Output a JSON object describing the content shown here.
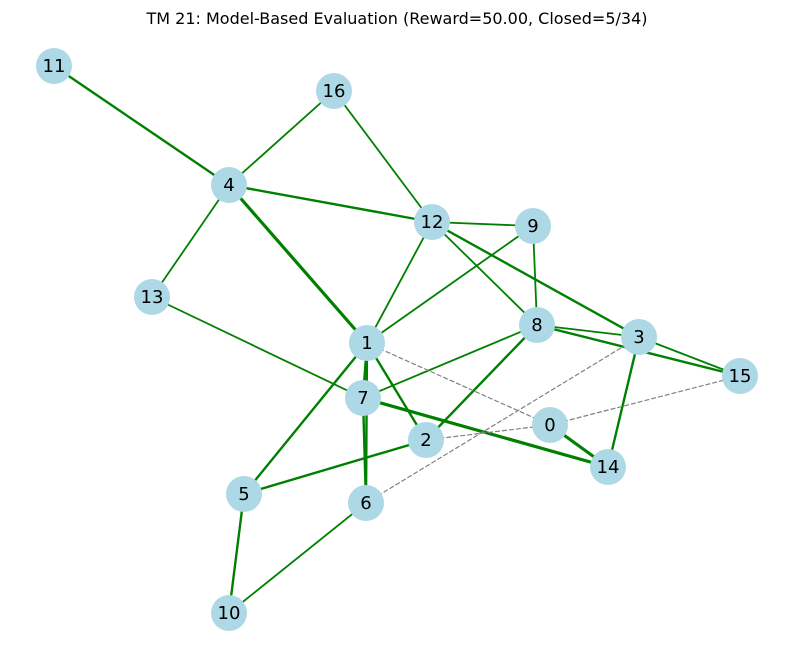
{
  "chart_data": {
    "type": "network",
    "title": "TM 21: Model-Based Evaluation (Reward=50.00, Closed=5/34)",
    "colors": {
      "node_fill": "#add8e6",
      "edge_strong": "#008000",
      "edge_dashed": "#808080",
      "label": "#000000"
    },
    "nodes": [
      {
        "id": "0"
      },
      {
        "id": "1"
      },
      {
        "id": "2"
      },
      {
        "id": "3"
      },
      {
        "id": "4"
      },
      {
        "id": "5"
      },
      {
        "id": "6"
      },
      {
        "id": "7"
      },
      {
        "id": "8"
      },
      {
        "id": "9"
      },
      {
        "id": "10"
      },
      {
        "id": "11"
      },
      {
        "id": "12"
      },
      {
        "id": "13"
      },
      {
        "id": "14"
      },
      {
        "id": "15"
      },
      {
        "id": "16"
      }
    ],
    "edges": [
      {
        "source": "11",
        "target": "4",
        "style": "thick"
      },
      {
        "source": "16",
        "target": "4",
        "style": "normal"
      },
      {
        "source": "16",
        "target": "12",
        "style": "normal"
      },
      {
        "source": "4",
        "target": "12",
        "style": "thick"
      },
      {
        "source": "4",
        "target": "13",
        "style": "normal"
      },
      {
        "source": "4",
        "target": "1",
        "style": "thicker"
      },
      {
        "source": "12",
        "target": "9",
        "style": "normal"
      },
      {
        "source": "12",
        "target": "1",
        "style": "normal"
      },
      {
        "source": "12",
        "target": "8",
        "style": "normal"
      },
      {
        "source": "12",
        "target": "3",
        "style": "thick"
      },
      {
        "source": "9",
        "target": "1",
        "style": "normal"
      },
      {
        "source": "9",
        "target": "8",
        "style": "normal"
      },
      {
        "source": "13",
        "target": "7",
        "style": "normal"
      },
      {
        "source": "8",
        "target": "3",
        "style": "normal"
      },
      {
        "source": "8",
        "target": "15",
        "style": "thick"
      },
      {
        "source": "8",
        "target": "7",
        "style": "normal"
      },
      {
        "source": "8",
        "target": "2",
        "style": "thick"
      },
      {
        "source": "3",
        "target": "15",
        "style": "normal"
      },
      {
        "source": "3",
        "target": "14",
        "style": "thick"
      },
      {
        "source": "1",
        "target": "7",
        "style": "thick"
      },
      {
        "source": "1",
        "target": "2",
        "style": "thick"
      },
      {
        "source": "1",
        "target": "5",
        "style": "thick"
      },
      {
        "source": "1",
        "target": "6",
        "style": "thick"
      },
      {
        "source": "7",
        "target": "6",
        "style": "thick"
      },
      {
        "source": "7",
        "target": "14",
        "style": "thicker"
      },
      {
        "source": "0",
        "target": "14",
        "style": "thicker"
      },
      {
        "source": "5",
        "target": "2",
        "style": "thick"
      },
      {
        "source": "5",
        "target": "10",
        "style": "thick"
      },
      {
        "source": "6",
        "target": "10",
        "style": "normal"
      },
      {
        "source": "1",
        "target": "0",
        "style": "dashed"
      },
      {
        "source": "2",
        "target": "0",
        "style": "dashed"
      },
      {
        "source": "6",
        "target": "3",
        "style": "dashed"
      },
      {
        "source": "0",
        "target": "15",
        "style": "dashed"
      }
    ]
  }
}
